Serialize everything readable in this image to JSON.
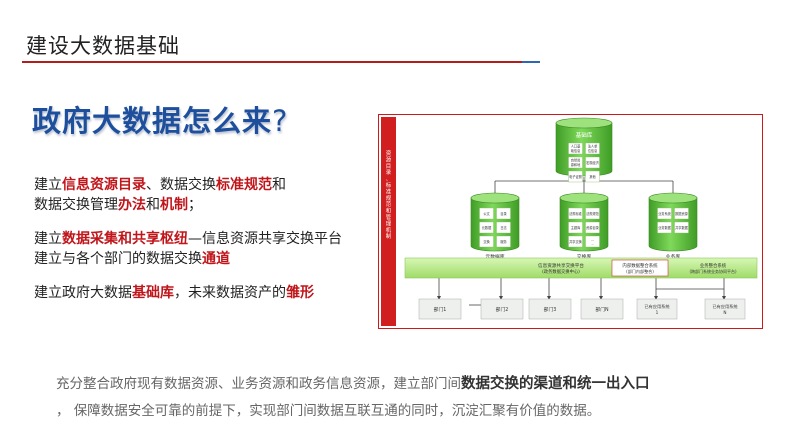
{
  "slide": {
    "title": "建设大数据基础",
    "heading": "政府大数据怎么来",
    "heading_mark": "?"
  },
  "paragraphs": [
    {
      "lines": [
        [
          {
            "t": "建立",
            "h": false
          },
          {
            "t": "信息资源目录",
            "h": true
          },
          {
            "t": "、数据交换",
            "h": false
          },
          {
            "t": "标准规范",
            "h": true
          },
          {
            "t": "和",
            "h": false
          }
        ],
        [
          {
            "t": "数据交换管理",
            "h": false
          },
          {
            "t": "办法",
            "h": true
          },
          {
            "t": "和",
            "h": false
          },
          {
            "t": "机制",
            "h": true
          },
          {
            "t": "；",
            "h": false
          }
        ]
      ]
    },
    {
      "lines": [
        [
          {
            "t": "建立",
            "h": false
          },
          {
            "t": "数据采集和共享枢纽",
            "h": true
          },
          {
            "t": "—信息资源共享交换平台",
            "h": false
          }
        ],
        [
          {
            "t": "建立与各个部门的数据交换",
            "h": false
          },
          {
            "t": "通道",
            "h": true
          }
        ]
      ]
    },
    {
      "lines": [
        [
          {
            "t": "建立政府大数据",
            "h": false
          },
          {
            "t": "基础库",
            "h": true
          },
          {
            "t": "，未来数据资产的",
            "h": false
          },
          {
            "t": "雏形",
            "h": true
          }
        ]
      ]
    }
  ],
  "diagram": {
    "side_label": "资源目录、标准规范和管理机制",
    "top_db": {
      "label": "基础库",
      "cells": [
        "人口基础信息",
        "法人单位信息",
        "自然资源和地理空间",
        "宏观经济",
        "电子证照",
        "其他"
      ]
    },
    "db_left": {
      "label": "元数据库",
      "cells": [
        "公文",
        "目录",
        "元数据",
        "日志",
        "交换",
        "服务"
      ]
    },
    "db_mid": {
      "label": "交换库",
      "cells": [
        "法规标准",
        "法规规范",
        "主题库",
        "资源目录",
        "共享交换",
        "....."
      ]
    },
    "db_right": {
      "label": "业务库",
      "cells": [
        "业务系统",
        "数据资源",
        "业务数据",
        "共享数据"
      ]
    },
    "band_left": {
      "line1": "信息资源共享交换平台",
      "line2": "(政务数据交换中心)"
    },
    "band_mid": {
      "line1": "内部数据整合系统",
      "line2": "(部门内部整合)"
    },
    "band_right": {
      "line1": "业务整合系统",
      "line2": "(跨部门系统业务协同平台)"
    },
    "departments": [
      "部门1",
      "部门2",
      "部门3",
      "部门N"
    ],
    "systems": [
      {
        "line1": "已有应用系统",
        "line2": "1"
      },
      {
        "line1": "已有应用系统",
        "line2": "N"
      }
    ]
  },
  "summary": {
    "line1_prefix": "充分整合政府现有数据资源、业务资源和政务信息资源，建立部门间",
    "line1_strong": "数据交换的渠道和统一出入口",
    "line2": "，  保障数据安全可靠的前提下，实现部门间数据互联互通的同时，沉淀汇聚有价值的数据。"
  },
  "colors": {
    "accent_red": "#c0161b",
    "heading_blue": "#1d4f9c",
    "db_green": "#5cbf3a",
    "band_green": "#b8ec88"
  }
}
